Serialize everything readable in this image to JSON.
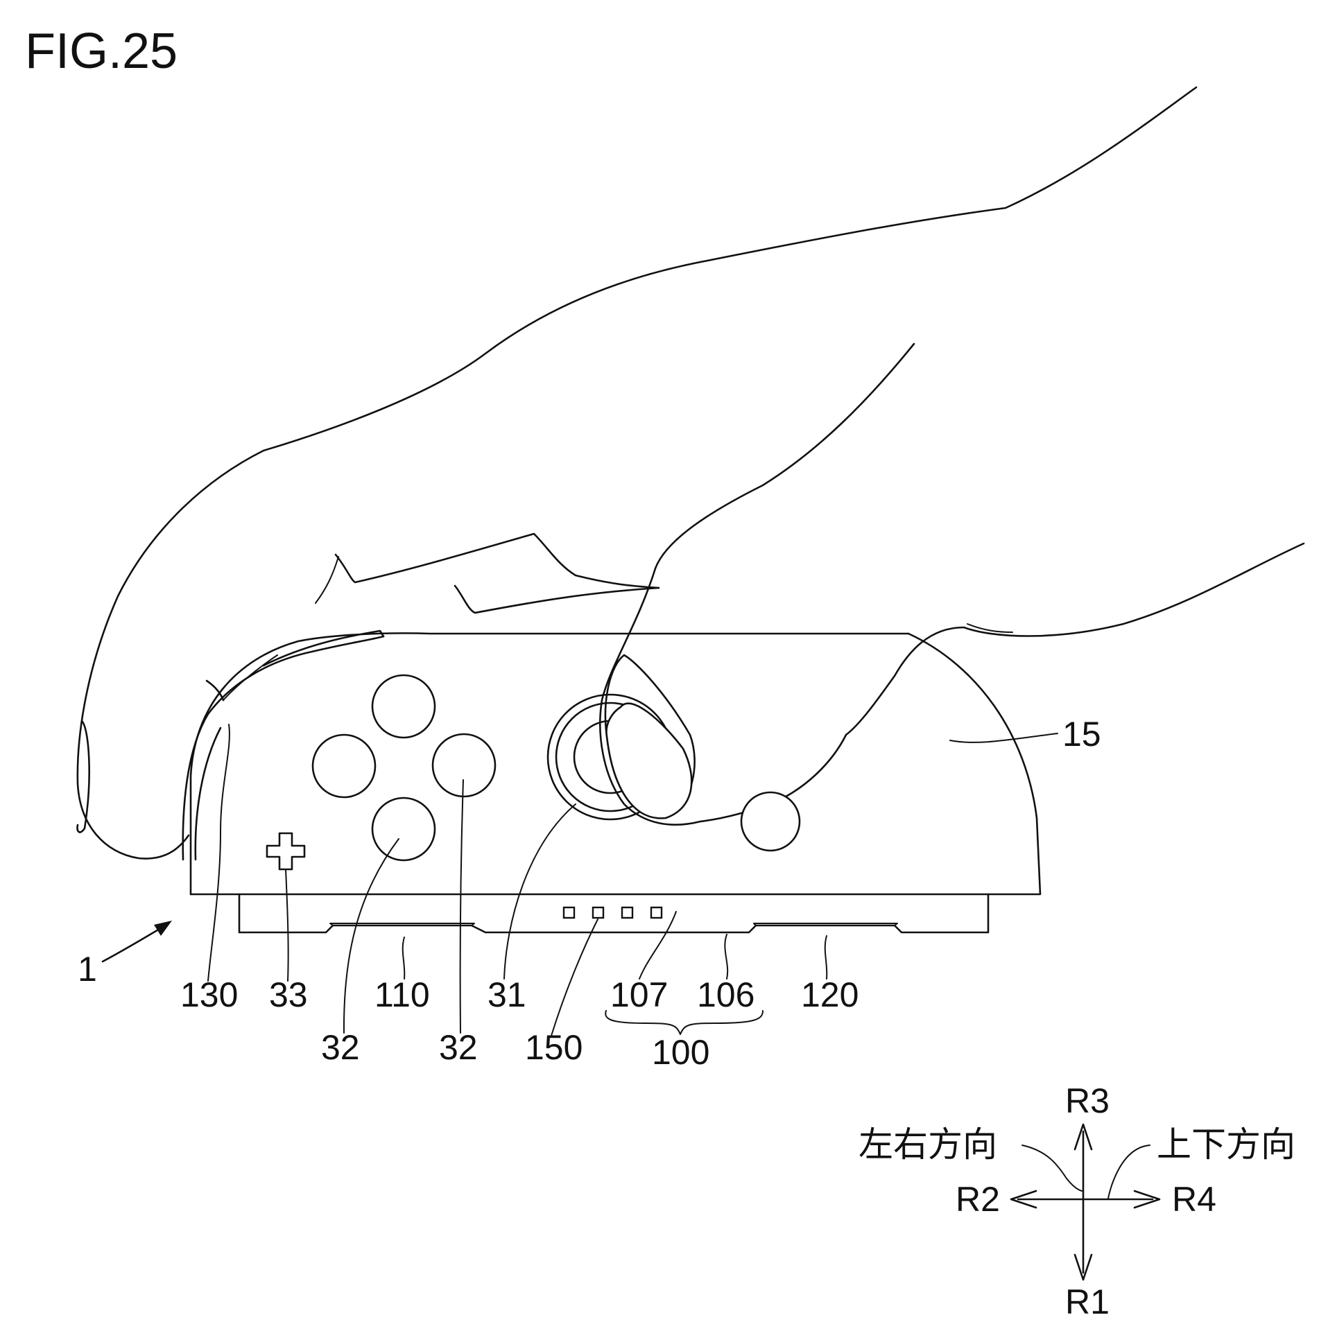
{
  "figure": {
    "title": "FIG.25"
  },
  "labels": {
    "l1": "1",
    "l130": "130",
    "l33": "33",
    "l110": "110",
    "l31": "31",
    "l107": "107",
    "l106": "106",
    "l120": "120",
    "l32a": "32",
    "l32b": "32",
    "l150": "150",
    "l100": "100",
    "l15": "15"
  },
  "direction_key": {
    "r1": "R1",
    "r2": "R2",
    "r3": "R3",
    "r4": "R4",
    "left_right": "左右方向",
    "up_down": "上下方向"
  }
}
